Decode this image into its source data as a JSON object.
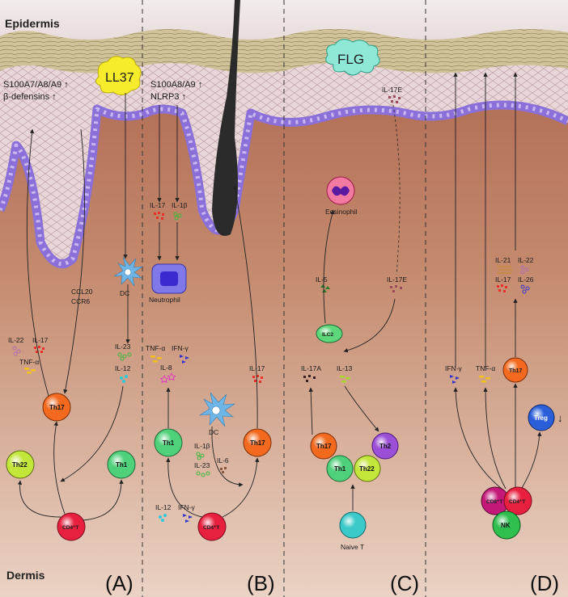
{
  "layers": {
    "top": "Epidermis",
    "bottom": "Dermis"
  },
  "panels": {
    "A": {
      "tag": "(A)",
      "epi_labels": [
        "S100A7/A8/A9 ↑",
        "β-defensins ↑"
      ],
      "antimicrobial": "LL37",
      "chemokines": [
        "CCL20",
        "CCR6"
      ],
      "dc": "DC",
      "cytokines_left": [
        "IL-22",
        "IL-17",
        "TNF-α"
      ],
      "cytokines_right": [
        "IL-23",
        "IL-12"
      ],
      "cells": {
        "th17": "Th17",
        "th22": "Th22",
        "th1": "Th1",
        "cd4": "CD4⁺T"
      }
    },
    "B": {
      "tag": "(B)",
      "epi_labels": [
        "S100A8/A9 ↑",
        "NLRP3 ↑"
      ],
      "cytokines_top": [
        "IL-17",
        "IL-1β"
      ],
      "neutrophil": "Neutrophil",
      "cytokines_mid": [
        "TNF-α",
        "IFN-γ",
        "IL-8"
      ],
      "il17_right": "IL-17",
      "dc": "DC",
      "dc_cytokines": [
        "IL-1β",
        "IL-23",
        "IL-6"
      ],
      "cytokines_low": [
        "IL-12",
        "IFN-γ"
      ],
      "cells": {
        "th1": "Th1",
        "th17": "Th17",
        "cd4": "CD4⁺T"
      }
    },
    "C": {
      "tag": "(C)",
      "barrier": "FLG",
      "il17e_top": "IL-17E",
      "eosinophil": "Eosinophil",
      "il5": "IL-5",
      "il17e_mid": "IL-17E",
      "ilc2": "ILC2",
      "il17a": "IL-17A",
      "il13": "IL-13",
      "cells": {
        "th17": "Th17",
        "th2": "Th2",
        "th1": "Th1",
        "th22": "Th22",
        "naive": "Naive T"
      }
    },
    "D": {
      "tag": "(D)",
      "cytokines_top": [
        "IL-21",
        "IL-22",
        "IL-17",
        "IL-26"
      ],
      "cytokines_mid": [
        "IFN-γ",
        "TNF-α"
      ],
      "cells": {
        "th17": "Th17",
        "treg": "Treg",
        "cd8": "CD8⁺T",
        "cd4": "CD4⁺T",
        "nk": "NK"
      },
      "treg_change": "↓"
    }
  },
  "colors": {
    "th17": "#f36a1f",
    "th22": "#c3e63a",
    "th1": "#4fd07a",
    "th2": "#9b4fd6",
    "cd4": "#e8203f",
    "cd8": "#c41878",
    "nk": "#2fbf4e",
    "treg": "#2b5fd9",
    "naive": "#3cc9c9",
    "ilc2": "#5ed67a",
    "il17": "#e8302a",
    "tnf": "#f2c21a",
    "ifn": "#3434c8",
    "il22": "#b070b0",
    "il23": "#3cb83c",
    "il12": "#2fc8d8",
    "dermis": "#b9765a",
    "epidermis": "#f0dede"
  }
}
